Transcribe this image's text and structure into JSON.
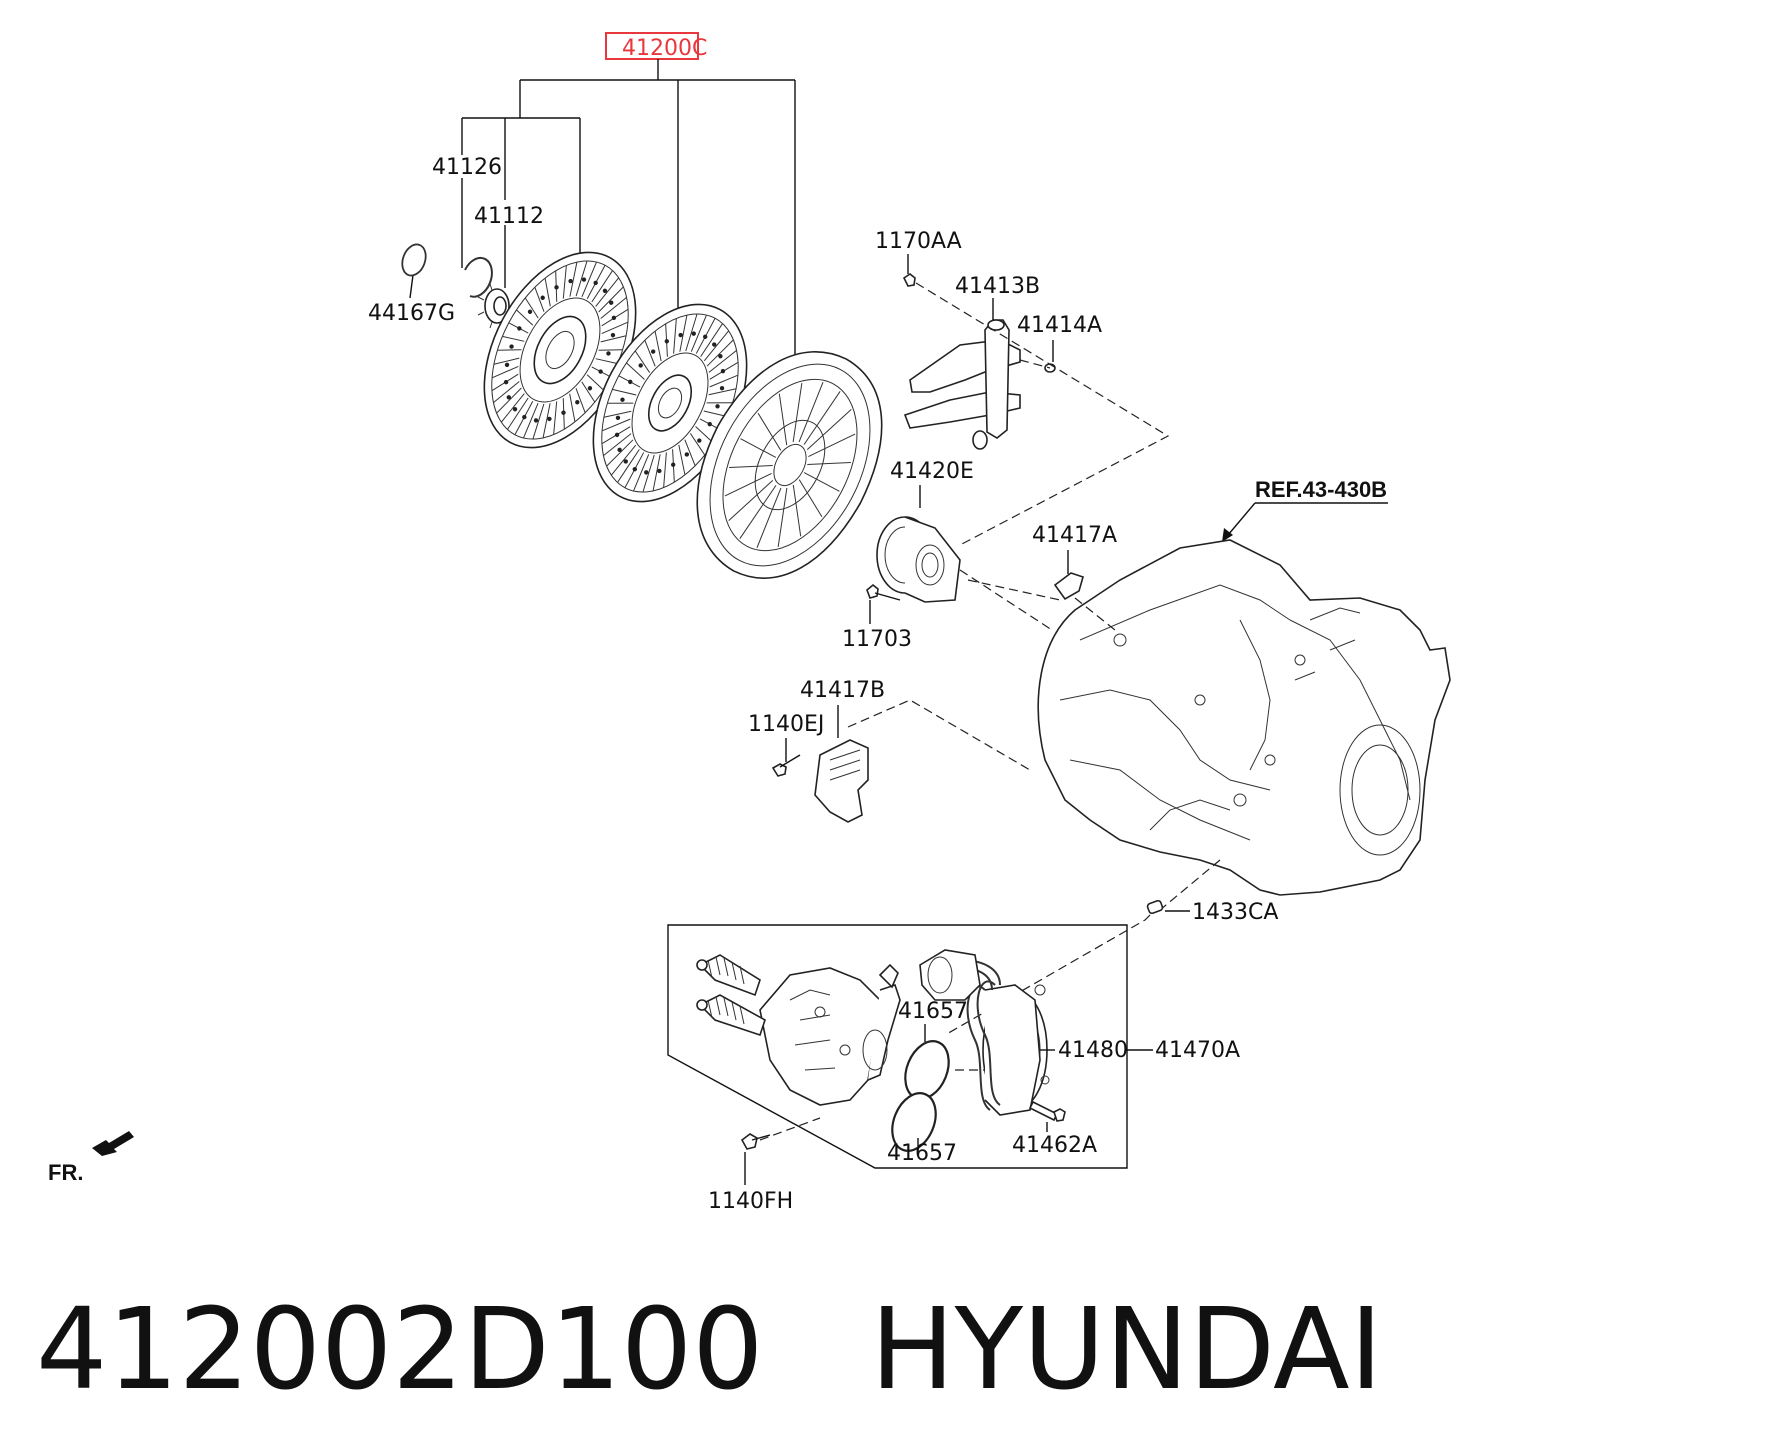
{
  "callouts": {
    "c41200c": "41200C",
    "c41126": "41126",
    "c41112": "41112",
    "c44167g": "44167G",
    "c1170aa": "1170AA",
    "c41413b": "41413B",
    "c41414a": "41414A",
    "c41420e": "41420E",
    "c41417a": "41417A",
    "c11703": "11703",
    "c41417b": "41417B",
    "c1140ej": "1140EJ",
    "c1433ca": "1433CA",
    "c41657_top": "41657",
    "c41657_bottom": "41657",
    "c41480": "41480",
    "c41470a": "41470A",
    "c41462a": "41462A",
    "c1140fh": "1140FH"
  },
  "ref_label": "REF.43-430B",
  "fr_label": "FR.",
  "highlight_color": "#e8383d",
  "footer": {
    "part_number": "412002D100",
    "brand": "HYUNDAI"
  }
}
